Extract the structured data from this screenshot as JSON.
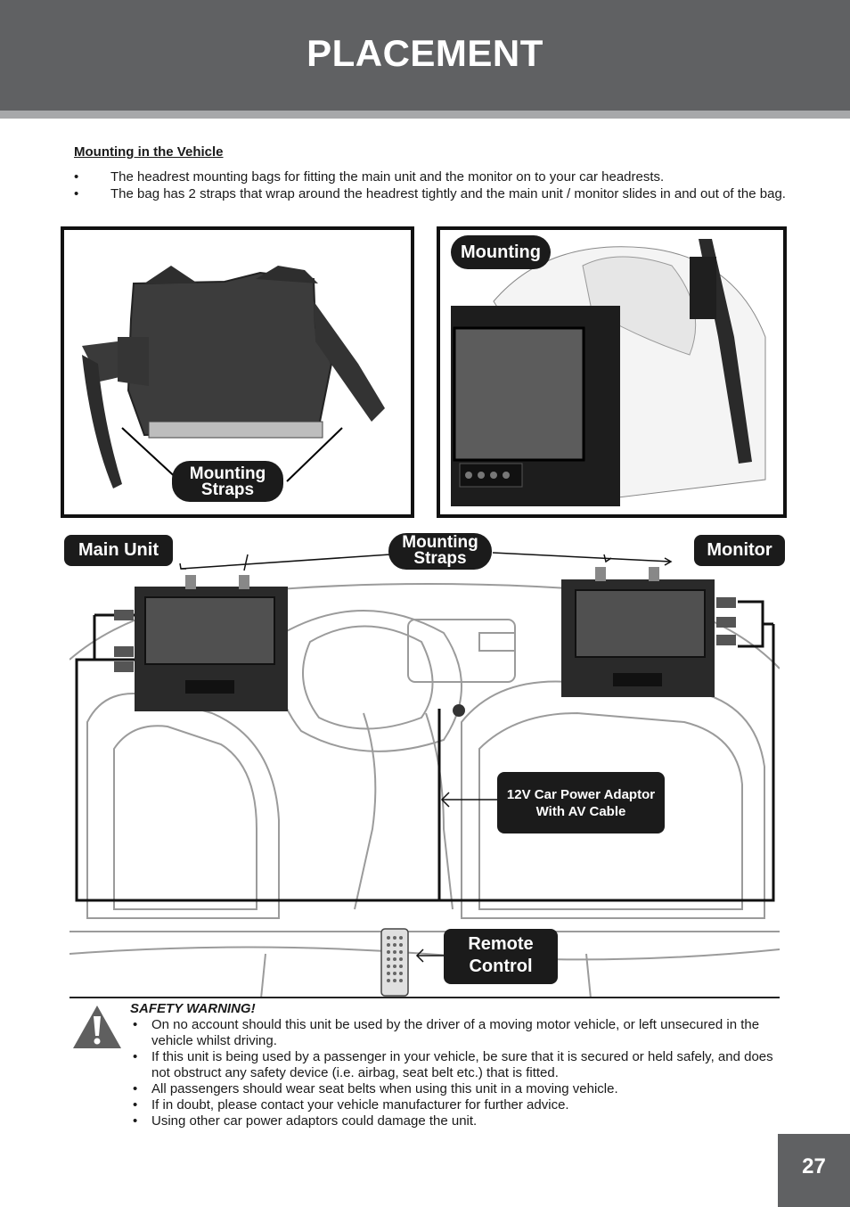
{
  "header": {
    "title": "PLACEMENT"
  },
  "section": {
    "title": "Mounting in the Vehicle",
    "bullets": [
      "The headrest mounting bags for fitting the main unit and the monitor on to your car headrests.",
      "The bag has 2 straps that wrap around the headrest tightly and the main unit / monitor slides in and out of the bag."
    ],
    "bullet_symbol": "•"
  },
  "figures": {
    "bag_label_line1": "Mounting",
    "bag_label_line2": "Straps",
    "mounting_label": "Mounting",
    "main_unit_label": "Main Unit",
    "monitor_label": "Monitor",
    "straps_label_line1": "Mounting",
    "straps_label_line2": "Straps",
    "adaptor_label_line1": "12V Car Power Adaptor",
    "adaptor_label_line2": "With AV Cable",
    "remote_label_line1": "Remote",
    "remote_label_line2": "Control"
  },
  "warning": {
    "title": "SAFETY WARNING!",
    "items": [
      "On no account should this unit be used by the driver of a moving motor vehicle, or left unsecured in the vehicle whilst driving.",
      "If this unit is being used by a passenger in your vehicle, be sure that it is secured or held safely, and does not obstruct any safety device (i.e. airbag, seat belt etc.) that is fitted.",
      "All passengers should wear seat belts when using this unit in a moving vehicle.",
      "If in doubt, please contact your vehicle manufacturer for further advice.",
      "Using other car power adaptors could damage the unit."
    ]
  },
  "page_number": "27"
}
